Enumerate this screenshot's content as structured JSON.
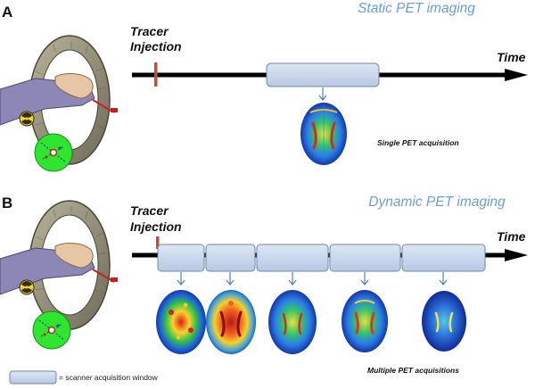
{
  "panel_a": {
    "letter": "A",
    "title": "Static PET imaging",
    "tracer_line1": "Tracer",
    "tracer_line2": "Injection",
    "time_label": "Time",
    "caption": "Single PET acquisition"
  },
  "panel_b": {
    "letter": "B",
    "title": "Dynamic PET imaging",
    "tracer_line1": "Tracer",
    "tracer_line2": "Injection",
    "time_label": "Time",
    "caption": "Multiple PET acquisitions"
  },
  "legend": {
    "text": "= scanner acquisition window"
  },
  "colors": {
    "heading": "#6b9ed6",
    "window_fill": "#c9d7ec",
    "window_stroke": "#6f86aa",
    "injection_marker": "#c0503c",
    "arrow": "#4f7fc0"
  }
}
